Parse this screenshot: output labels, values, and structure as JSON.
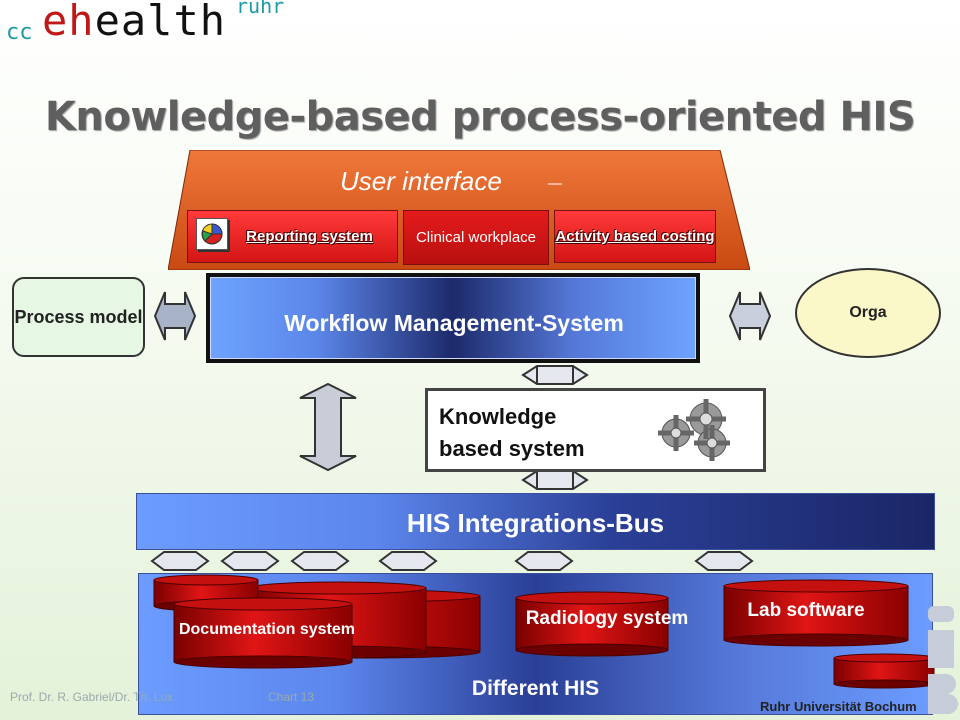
{
  "logo": {
    "cc": "cc",
    "brand_e": "e",
    "brand_h": "h",
    "brand_rest": "ealth",
    "ruhr": "ruhr"
  },
  "title": "Knowledge-based process-oriented HIS",
  "user_interface": {
    "label": "User interface",
    "items": [
      "Reporting system",
      "Clinical workplace",
      "Activity based costing"
    ]
  },
  "workflow": "Workflow Management-System",
  "process_model": "Process model",
  "orga": "Orga",
  "knowledge": {
    "line1": "Knowledge",
    "line2": "based system"
  },
  "bus": "HIS Integrations-Bus",
  "different_his": {
    "label": "Different HIS",
    "systems": [
      "Documentation system",
      "Radiology system",
      "Lab software"
    ]
  },
  "footer": {
    "author": "Prof. Dr. R. Gabriel/Dr. Th. Lux",
    "chart": "Chart 13",
    "university": "Ruhr Universität Bochum"
  },
  "colors": {
    "orange": "#e8591c",
    "red": "#d41515",
    "blue": "#5b86e8",
    "navy": "#1d2a6b"
  },
  "icons": [
    "pie-chart-icon",
    "gears-icon",
    "double-arrow-icon"
  ]
}
